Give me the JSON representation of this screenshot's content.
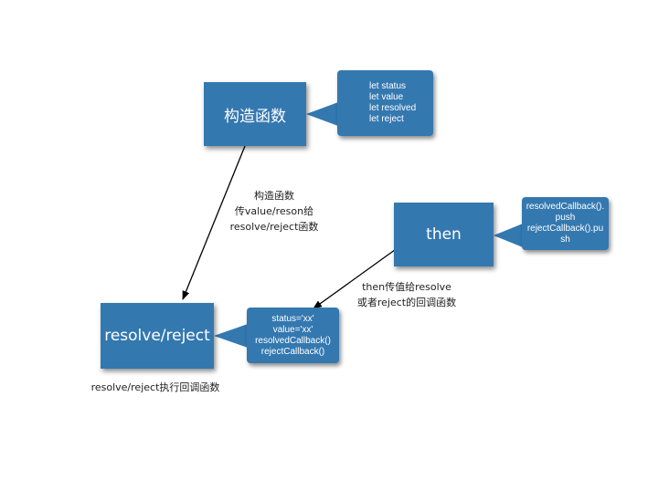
{
  "nodes": {
    "constructor": {
      "label": "构造函数"
    },
    "resolve_reject": {
      "label": "resolve/reject"
    },
    "then": {
      "label": "then"
    }
  },
  "callouts": {
    "constructor_vars": {
      "lines": [
        "let status",
        "let value",
        "let resolved",
        "let reject"
      ]
    },
    "resolve_state": {
      "lines": [
        "status='xx'",
        "value='xx'",
        "resolvedCallback()",
        "rejectCallback()"
      ]
    },
    "then_push": {
      "lines": [
        "resolvedCallback().",
        "push",
        "rejectCallback().pu",
        "sh"
      ]
    }
  },
  "labels": {
    "constructor_edge": {
      "lines": [
        "构造函数",
        "传value/reson给",
        "resolve/reject函数"
      ]
    },
    "then_edge": {
      "lines": [
        "then传值给resolve",
        "或者reject的回调函数"
      ]
    },
    "resolve_exec": {
      "text": "resolve/reject执行回调函数"
    }
  },
  "colors": {
    "node_fill": "#3478b0",
    "node_text": "#ffffff",
    "arrow": "#000000",
    "background": "#ffffff"
  }
}
